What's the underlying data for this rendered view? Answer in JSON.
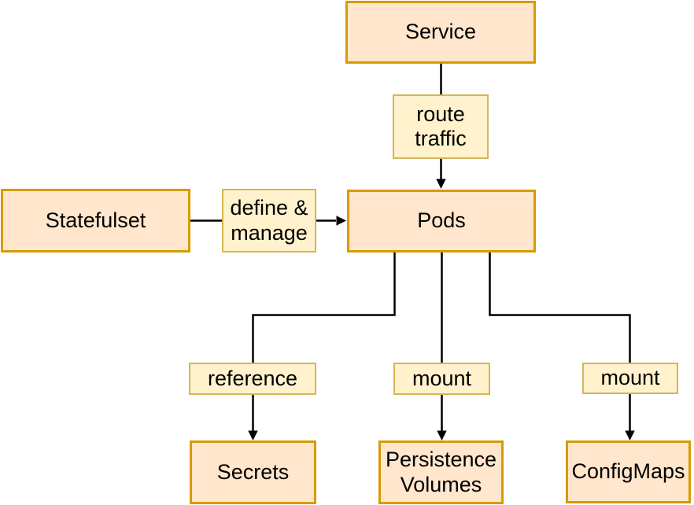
{
  "diagram": {
    "type": "flowchart",
    "background": "#ffffff",
    "colors": {
      "node_fill": "#ffe6cc",
      "node_border": "#d79b00",
      "edge_label_fill": "#fff2cc",
      "edge_label_border": "#d6b656",
      "connector": "#000000",
      "text": "#000000"
    },
    "nodes": {
      "service": {
        "label": "Service"
      },
      "statefulset": {
        "label": "Statefulset"
      },
      "pods": {
        "label": "Pods"
      },
      "secrets": {
        "label": "Secrets"
      },
      "persistence_volumes": {
        "label": "Persistence Volumes"
      },
      "configmaps": {
        "label": "ConfigMaps"
      }
    },
    "edge_labels": {
      "route_traffic": {
        "label": "route traffic"
      },
      "define_manage": {
        "label": "define & manage"
      },
      "reference": {
        "label": "reference"
      },
      "mount_left": {
        "label": "mount"
      },
      "mount_right": {
        "label": "mount"
      }
    },
    "edges": [
      {
        "from": "Service",
        "via": "route traffic",
        "to": "Pods",
        "arrow": "to"
      },
      {
        "from": "Statefulset",
        "via": "define & manage",
        "to": "Pods",
        "arrow": "to"
      },
      {
        "from": "Pods",
        "via": "reference",
        "to": "Secrets",
        "arrow": "to"
      },
      {
        "from": "Pods",
        "via": "mount",
        "to": "Persistence Volumes",
        "arrow": "to"
      },
      {
        "from": "Pods",
        "via": "mount",
        "to": "ConfigMaps",
        "arrow": "to"
      }
    ]
  }
}
